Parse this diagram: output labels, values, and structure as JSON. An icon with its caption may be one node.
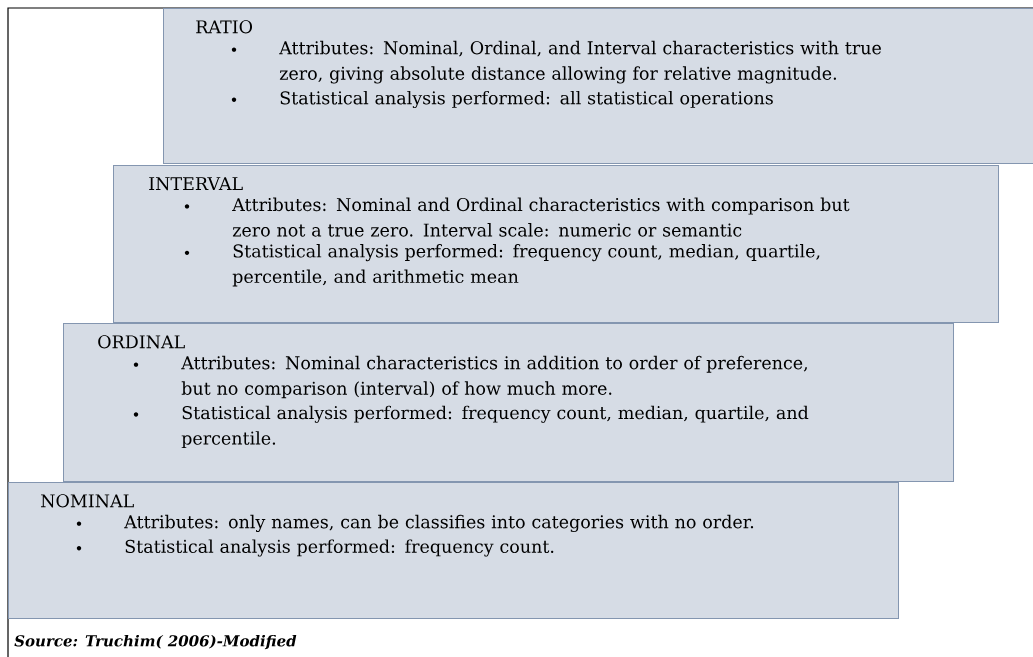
{
  "diagram": {
    "nodes": [
      {
        "text": [
          "RATIO",
          "Attributes: Nominal, Ordinal, and Interval characteristics with true zero, giving absolute distance allowing for relative magnitude.",
          "Statistical analysis performed: all statistical operations"
        ]
      },
      {
        "text": [
          "INTERVAL",
          "Attributes: Nominal and Ordinal characteristics with comparison but zero not a true zero. Interval scale: numeric or semantic",
          "Statistical analysis performed: frequency count, median, quartile, percentile, and arithmetic mean"
        ]
      },
      {
        "text": [
          "ORDINAL",
          "Attributes: Nominal characteristics in addition to order of preference, but no comparison (interval) of how much more.",
          "Statistical analysis performed: frequency count, median, quartile, and percentile."
        ]
      },
      {
        "text": [
          "NOMINAL",
          "Attributes: only names, can be classifies into categories with no order.",
          "Statistical analysis performed: frequency count."
        ]
      }
    ],
    "labels": [
      "Source: Truchim( 2006)-Modified"
    ]
  }
}
